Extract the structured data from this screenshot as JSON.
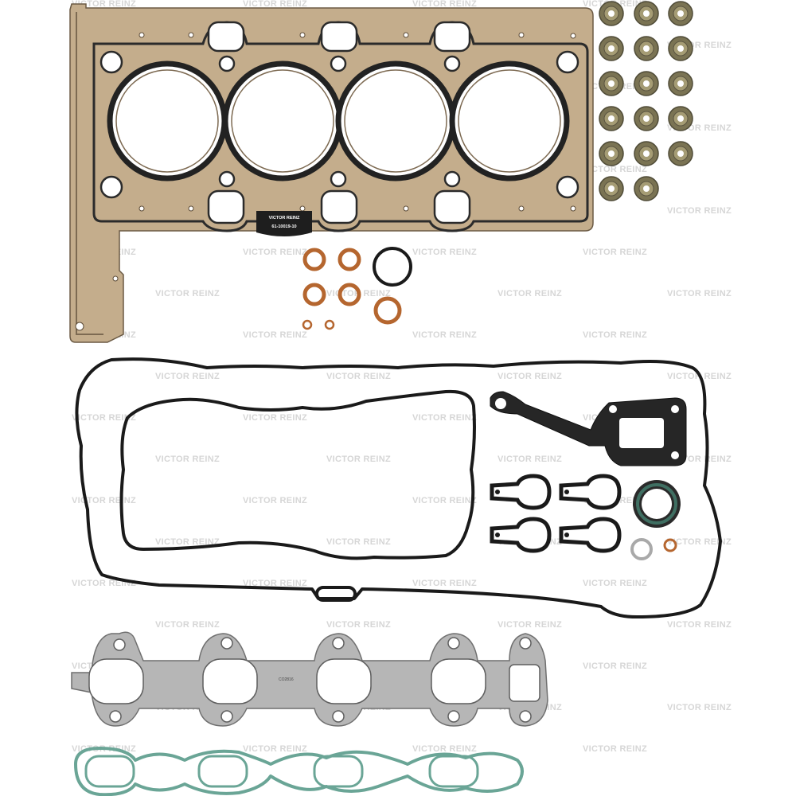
{
  "brand": {
    "watermark": "VICTOR REINZ"
  },
  "head_gasket": {
    "stamp_brand": "VICTOR REINZ",
    "part_number": "61-10019-10"
  },
  "exhaust_manifold_gasket": {
    "code_marking": "CO2816"
  },
  "colors": {
    "head_gasket_steel": "#c2ab8a",
    "black_seal": "#1f1f1f",
    "copper": "#b5662f",
    "green_seal": "#6aa596",
    "grey_seal": "#a9a9a9",
    "olive_stem_seal": "#7a7353"
  }
}
